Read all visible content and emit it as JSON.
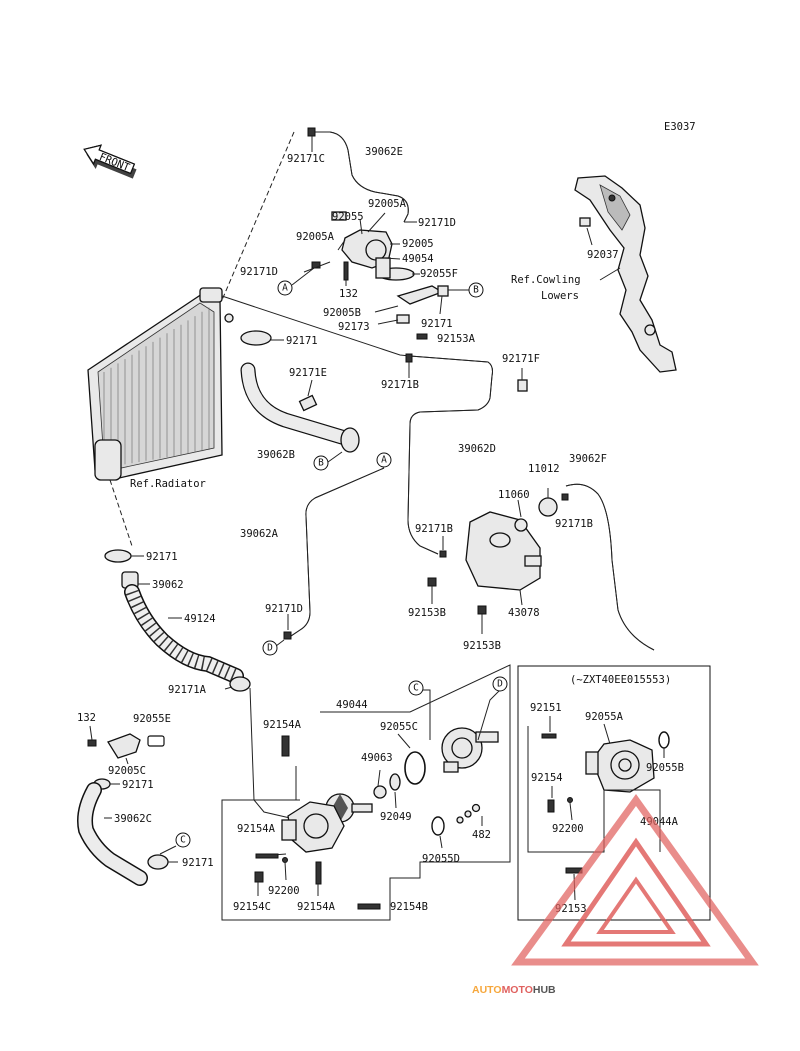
{
  "diagram_code": "E3037",
  "front_label": "FRONT",
  "serial_note": "(~ZXT40EE015553)",
  "refs": {
    "radiator": "Ref.Radiator",
    "cowling_line1": "Ref.Cowling",
    "cowling_line2": "Lowers"
  },
  "circles": {
    "a": "A",
    "b": "B",
    "c": "C",
    "d": "D"
  },
  "labels": {
    "p92171C": "92171C",
    "p39062E": "39062E",
    "p92005A_1": "92005A",
    "p92055": "92055",
    "p92171D_1": "92171D",
    "p92005A_2": "92005A",
    "p92005": "92005",
    "p49054": "49054",
    "p92171D_2": "92171D",
    "p92055F": "92055F",
    "p132_1": "132",
    "p92005B": "92005B",
    "p92173": "92173",
    "p92171_1": "92171",
    "p92153A": "92153A",
    "p92037": "92037",
    "p92171_2": "92171",
    "p92171E": "92171E",
    "p92171B_1": "92171B",
    "p92171F": "92171F",
    "p39062B": "39062B",
    "p39062D": "39062D",
    "p11012": "11012",
    "p39062F": "39062F",
    "p11060": "11060",
    "p92171B_2": "92171B",
    "p39062A": "39062A",
    "p92171B_3": "92171B",
    "p92171_3": "92171",
    "p39062": "39062",
    "p49124": "49124",
    "p92153B_1": "92153B",
    "p43078": "43078",
    "p92171D_3": "92171D",
    "p92153B_2": "92153B",
    "p92171A": "92171A",
    "p49044": "49044",
    "p132_2": "132",
    "p92055E": "92055E",
    "p92154A_1": "92154A",
    "p92055C": "92055C",
    "p92151": "92151",
    "p92055A": "92055A",
    "p92005C": "92005C",
    "p92171_4": "92171",
    "p49063": "49063",
    "p92154": "92154",
    "p92055B": "92055B",
    "p39062C": "39062C",
    "p92049": "92049",
    "p92154A_2": "92154A",
    "p482": "482",
    "p92200_1": "92200",
    "p49044A": "49044A",
    "p92171_5": "92171",
    "p92055D": "92055D",
    "p92200_2": "92200",
    "p92153": "92153",
    "p92154C": "92154C",
    "p92154A_3": "92154A",
    "p92154B": "92154B"
  },
  "watermark": {
    "part1": "AUTO",
    "part2": "MOTO",
    "part3": "HUB"
  },
  "colors": {
    "ink": "#111111",
    "watermark_orange": "#f6a73c",
    "watermark_red": "#e0615f",
    "watermark_gray": "#555555"
  }
}
